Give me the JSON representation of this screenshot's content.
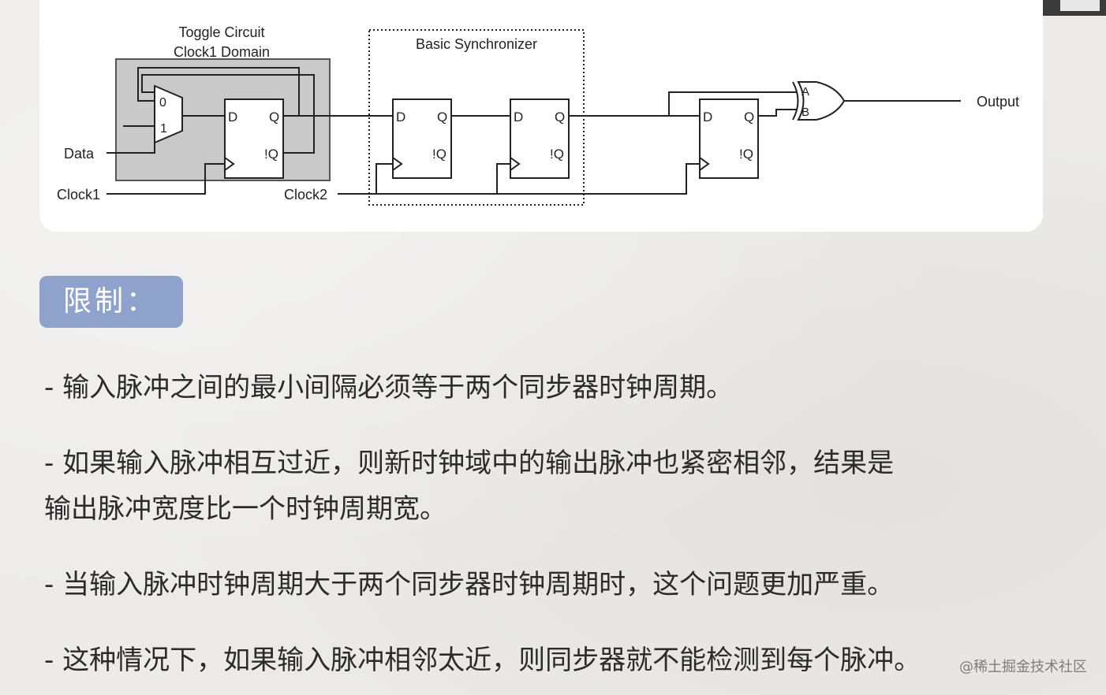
{
  "diagram": {
    "toggle_label_line1": "Toggle Circuit",
    "toggle_label_line2": "Clock1 Domain",
    "sync_label": "Basic Synchronizer",
    "mux_in0": "0",
    "mux_in1": "1",
    "ff_d": "D",
    "ff_q": "Q",
    "ff_nq": "!Q",
    "data_label": "Data",
    "clock1_label": "Clock1",
    "clock2_label": "Clock2",
    "xor_a": "A",
    "xor_b": "B",
    "output_label": "Output",
    "colors": {
      "domain_fill": "#c9c9c9",
      "line": "#222222"
    }
  },
  "section": {
    "badge": "限制：",
    "badge_color": "#8ea2cc"
  },
  "bullets": [
    "- 输入脉冲之间的最小间隔必须等于两个同步器时钟周期。",
    "- 如果输入脉冲相互过近，则新时钟域中的输出脉冲也紧密相邻，结果是",
    "输出脉冲宽度比一个时钟周期宽。",
    "- 当输入脉冲时钟周期大于两个同步器时钟周期时，这个问题更加严重。",
    "- 这种情况下，如果输入脉冲相邻太近，则同步器就不能检测到每个脉冲。"
  ],
  "watermark": "@稀土掘金技术社区"
}
